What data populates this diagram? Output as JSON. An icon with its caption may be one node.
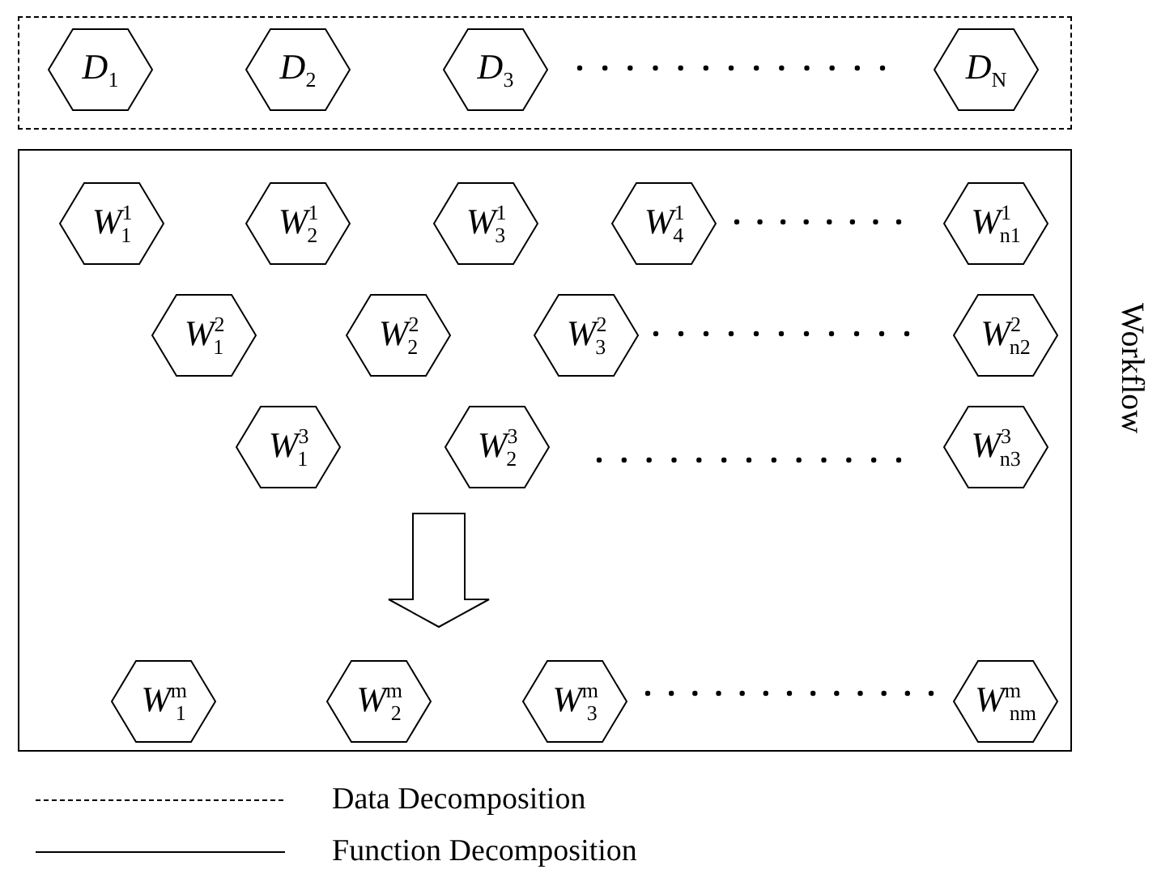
{
  "diagram": {
    "nodes": [
      {
        "text": [],
        "shape": "box"
      },
      {
        "text": [
          "D$_{1}$"
        ],
        "in": 0
      },
      {
        "text": [
          "D$_{2}$"
        ],
        "in": 0
      },
      {
        "text": [
          "D$_{3}$"
        ],
        "in": 0
      },
      {
        "text": [
          "D$_{N}$"
        ],
        "in": 0
      },
      {
        "text": [],
        "shape": "box",
        "beside": [
          "Workflow"
        ]
      },
      {
        "text": [
          "W$^{1}$$_{1}$"
        ],
        "in": 5
      },
      {
        "text": [
          "W$^{1}$$_{2}$"
        ],
        "in": 5
      },
      {
        "text": [
          "W$^{1}$$_{3}$"
        ],
        "in": 5
      },
      {
        "text": [
          "W$^{1}$$_{4}$"
        ],
        "in": 5
      },
      {
        "text": [
          "W$^{1}$$_{n1}$"
        ],
        "in": 5
      },
      {
        "text": [
          "W$^{2}$$_{1}$"
        ],
        "in": 5
      },
      {
        "text": [
          "W$^{2}$$_{2}$"
        ],
        "in": 5
      },
      {
        "text": [
          "W$^{2}$$_{3}$"
        ],
        "in": 5
      },
      {
        "text": [
          "W$^{2}$$_{n2}$"
        ],
        "in": 5
      },
      {
        "text": [
          "W$^{3}$$_{1}$"
        ],
        "in": 5
      },
      {
        "text": [
          "W$^{3}$$_{2}$"
        ],
        "in": 5
      },
      {
        "text": [
          "W$^{3}$$_{n3}$"
        ],
        "in": 5
      },
      {
        "text": [
          "W$^{m}$$_{1}$"
        ],
        "in": 5
      },
      {
        "text": [
          "W$^{m}$$_{2}$"
        ],
        "in": 5
      },
      {
        "text": [
          "W$^{m}$$_{3}$"
        ],
        "in": 5
      },
      {
        "text": [
          "W$^{m}$$_{nm}$"
        ],
        "in": 5
      }
    ],
    "edges": [
      {
        "from": 16,
        "to": 19,
        "arrow": "to"
      }
    ],
    "legend": [
      {
        "text": "Data Decomposition"
      },
      {
        "text": "Function Decomposition"
      }
    ]
  }
}
